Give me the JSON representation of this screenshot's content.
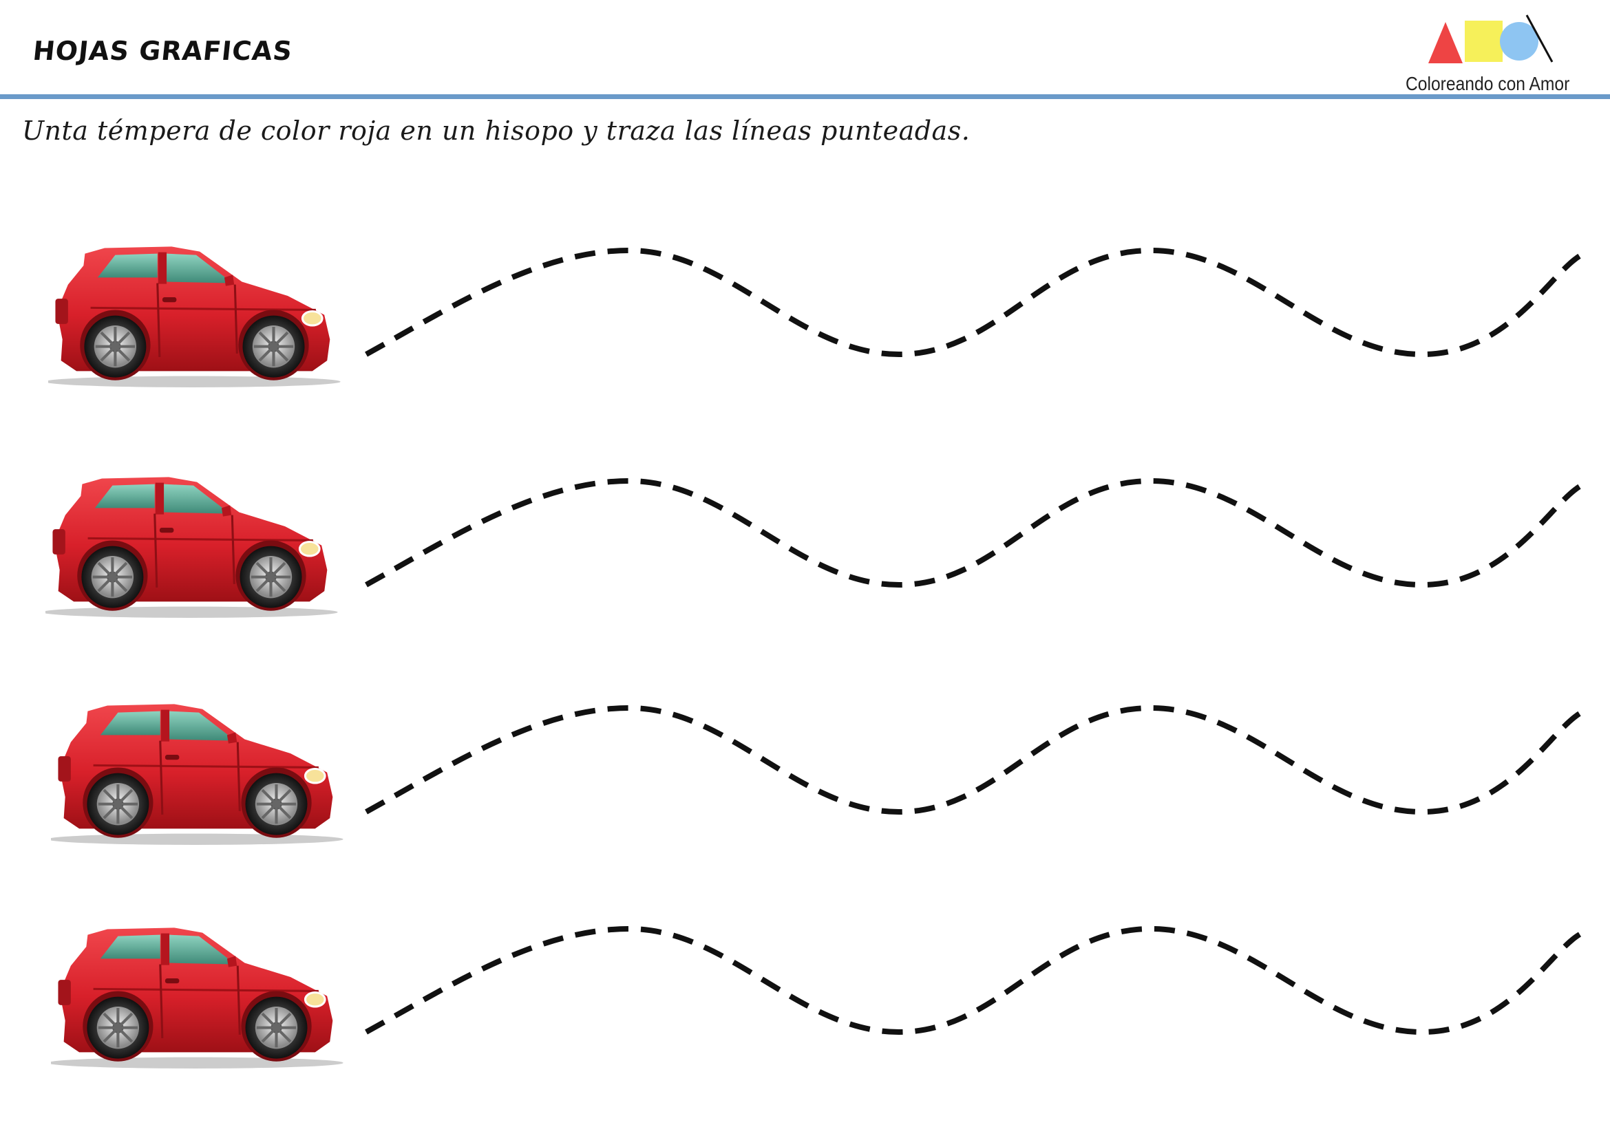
{
  "header": {
    "title": "HOJAS GRAFICAS",
    "logo_text": "Coloreando con Amor",
    "logo_icon": "shapes-logo-icon",
    "rule_color": "#6a9ac9"
  },
  "instruction": "Unta témpera de color roja en un hisopo y traza las líneas punteadas.",
  "colors": {
    "car_body": "#d8202a",
    "car_window": "#5aa693",
    "trace_line": "#111111",
    "logo_triangle": "#ee4444",
    "logo_square": "#f6f05a",
    "logo_circle": "#8ec5f2"
  },
  "rows": [
    {
      "car_icon": "red-car-icon"
    },
    {
      "car_icon": "red-car-icon"
    },
    {
      "car_icon": "red-car-icon"
    },
    {
      "car_icon": "red-car-icon"
    }
  ]
}
